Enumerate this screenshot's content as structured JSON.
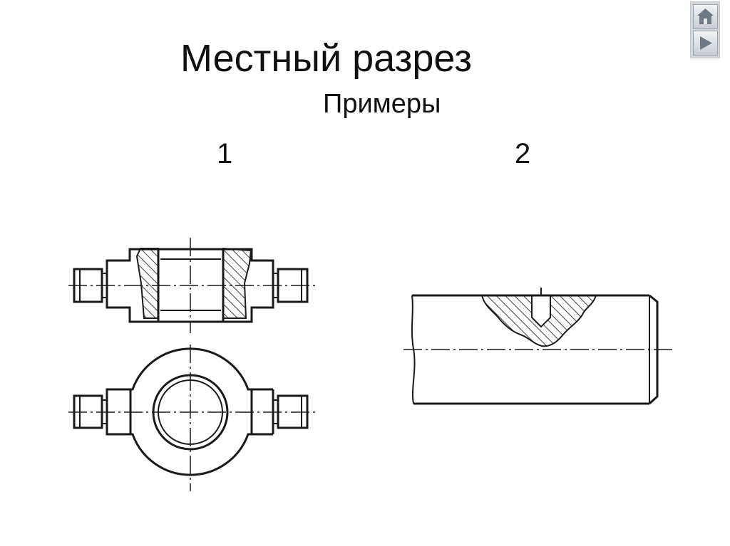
{
  "slide": {
    "title": "Местный разрез",
    "subtitle": "Примеры",
    "example_1_label": "1",
    "example_2_label": "2"
  },
  "navigation": {
    "home_icon": "home-icon",
    "next_icon": "play-next-icon"
  },
  "colors": {
    "line": "#1a1a1a",
    "hatch": "#2a2a2a",
    "nav_panel": "#d4d8dc",
    "nav_icon": "#6f7a84"
  }
}
